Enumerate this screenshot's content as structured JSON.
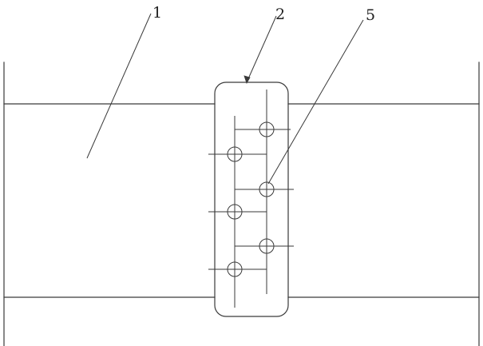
{
  "labels": {
    "part_1": "1",
    "part_2": "2",
    "part_5": "5"
  },
  "colors": {
    "line": "#3a3a3a",
    "background": "#ffffff"
  }
}
